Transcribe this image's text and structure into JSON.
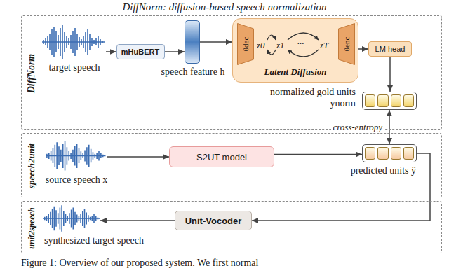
{
  "diagram": {
    "title": "DiffNorm: diffusion-based speech normalization",
    "caption": "Figure 1: Overview of our proposed system. We first normal",
    "nodes": [
      {
        "text": [
          "DiffNorm"
        ]
      },
      {
        "text": [
          "target speech"
        ],
        "in": 0
      },
      {
        "text": [
          "mHuBERT"
        ],
        "in": 0
      },
      {
        "text": [
          "speech feature h"
        ],
        "in": 0
      },
      {
        "text": [
          "Latent Diffusion"
        ],
        "in": 0
      },
      {
        "text": [
          "θdec"
        ],
        "in": 4
      },
      {
        "text": [
          "θenc"
        ],
        "in": 4
      },
      {
        "text": [
          "LM head"
        ],
        "in": 0
      },
      {
        "text": [
          "normalized gold units ynorm"
        ],
        "in": 0
      },
      {
        "text": [
          "speech2unit"
        ]
      },
      {
        "text": [
          "source speech x"
        ],
        "in": 9
      },
      {
        "text": [
          "S2UT model"
        ],
        "in": 9
      },
      {
        "text": [
          "predicted units ŷ"
        ],
        "in": 9
      },
      {
        "text": [
          "unit2speech"
        ]
      },
      {
        "text": [
          "synthesized target speech"
        ],
        "in": 13
      },
      {
        "text": [
          "Unit-Vocoder"
        ],
        "in": 13
      }
    ],
    "edges": [
      {
        "from": 1,
        "to": 2,
        "arrow": "to"
      },
      {
        "from": 2,
        "to": 3,
        "arrow": "to"
      },
      {
        "from": 3,
        "to": 4,
        "arrow": "to"
      },
      {
        "from": 4,
        "to": 7,
        "arrow": "to"
      },
      {
        "from": 7,
        "to": 8,
        "arrow": "to"
      },
      {
        "from": 8,
        "to": 12,
        "arrow": "both",
        "label": "cross-entropy"
      },
      {
        "from": 10,
        "to": 11,
        "arrow": "to"
      },
      {
        "from": 11,
        "to": 12,
        "arrow": "to"
      },
      {
        "from": 12,
        "to": 15,
        "arrow": "to"
      },
      {
        "from": 15,
        "to": 14,
        "arrow": "to"
      }
    ],
    "labels": [
      "z0",
      "z1",
      "...",
      "zT"
    ]
  }
}
